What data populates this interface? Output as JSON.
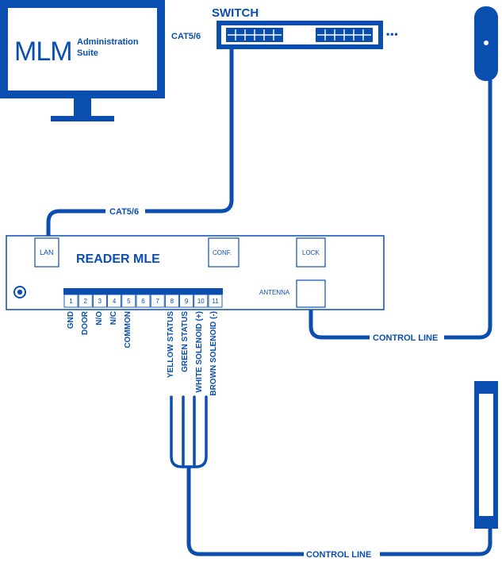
{
  "colors": {
    "accent": "#0a4fb0",
    "background": "#ffffff"
  },
  "monitor": {
    "logo": "MLM",
    "product_line1": "Administration",
    "product_line2": "Suite"
  },
  "switch": {
    "title": "SWITCH",
    "port_label": "CAT5/6",
    "more": "•••"
  },
  "link_label": "CAT5/6",
  "reader": {
    "title": "READER MLE",
    "lan": "LAN",
    "conf": "CONF.",
    "lock": "LOCK",
    "antenna": "ANTENNA",
    "pins": [
      "1",
      "2",
      "3",
      "4",
      "5",
      "6",
      "7",
      "8",
      "9",
      "10",
      "11"
    ],
    "terminals": [
      "GND",
      "DOOR",
      "N/O",
      "N/C",
      "COMMON",
      "YELLOW STATUS",
      "GREEN STATUS",
      "WHITE SOLENOID (+)",
      "BROWN SOLENOID (-)"
    ]
  },
  "control_line_top": "CONTROL LINE",
  "control_line_bottom": "CONTROL LINE"
}
